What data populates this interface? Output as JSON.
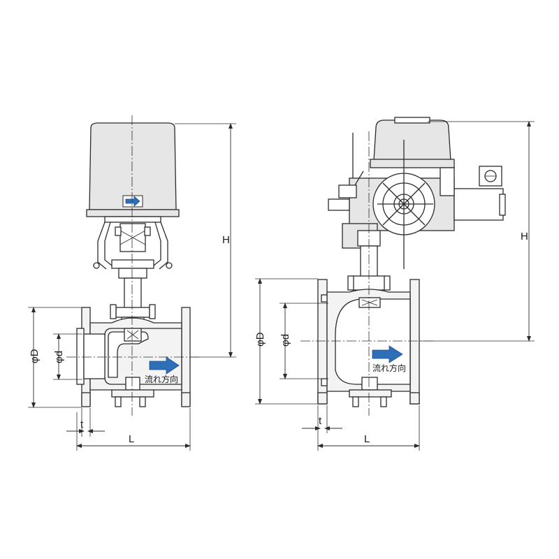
{
  "labels": {
    "height": "H",
    "outer_diameter": "φD",
    "inner_diameter": "φd",
    "thickness": "t",
    "length": "L",
    "flow_direction": "流れ方向"
  },
  "colors": {
    "line": "#2b2b2b",
    "flow_arrow": "#2f6fb7",
    "body_fill": "#f3f3f3"
  }
}
